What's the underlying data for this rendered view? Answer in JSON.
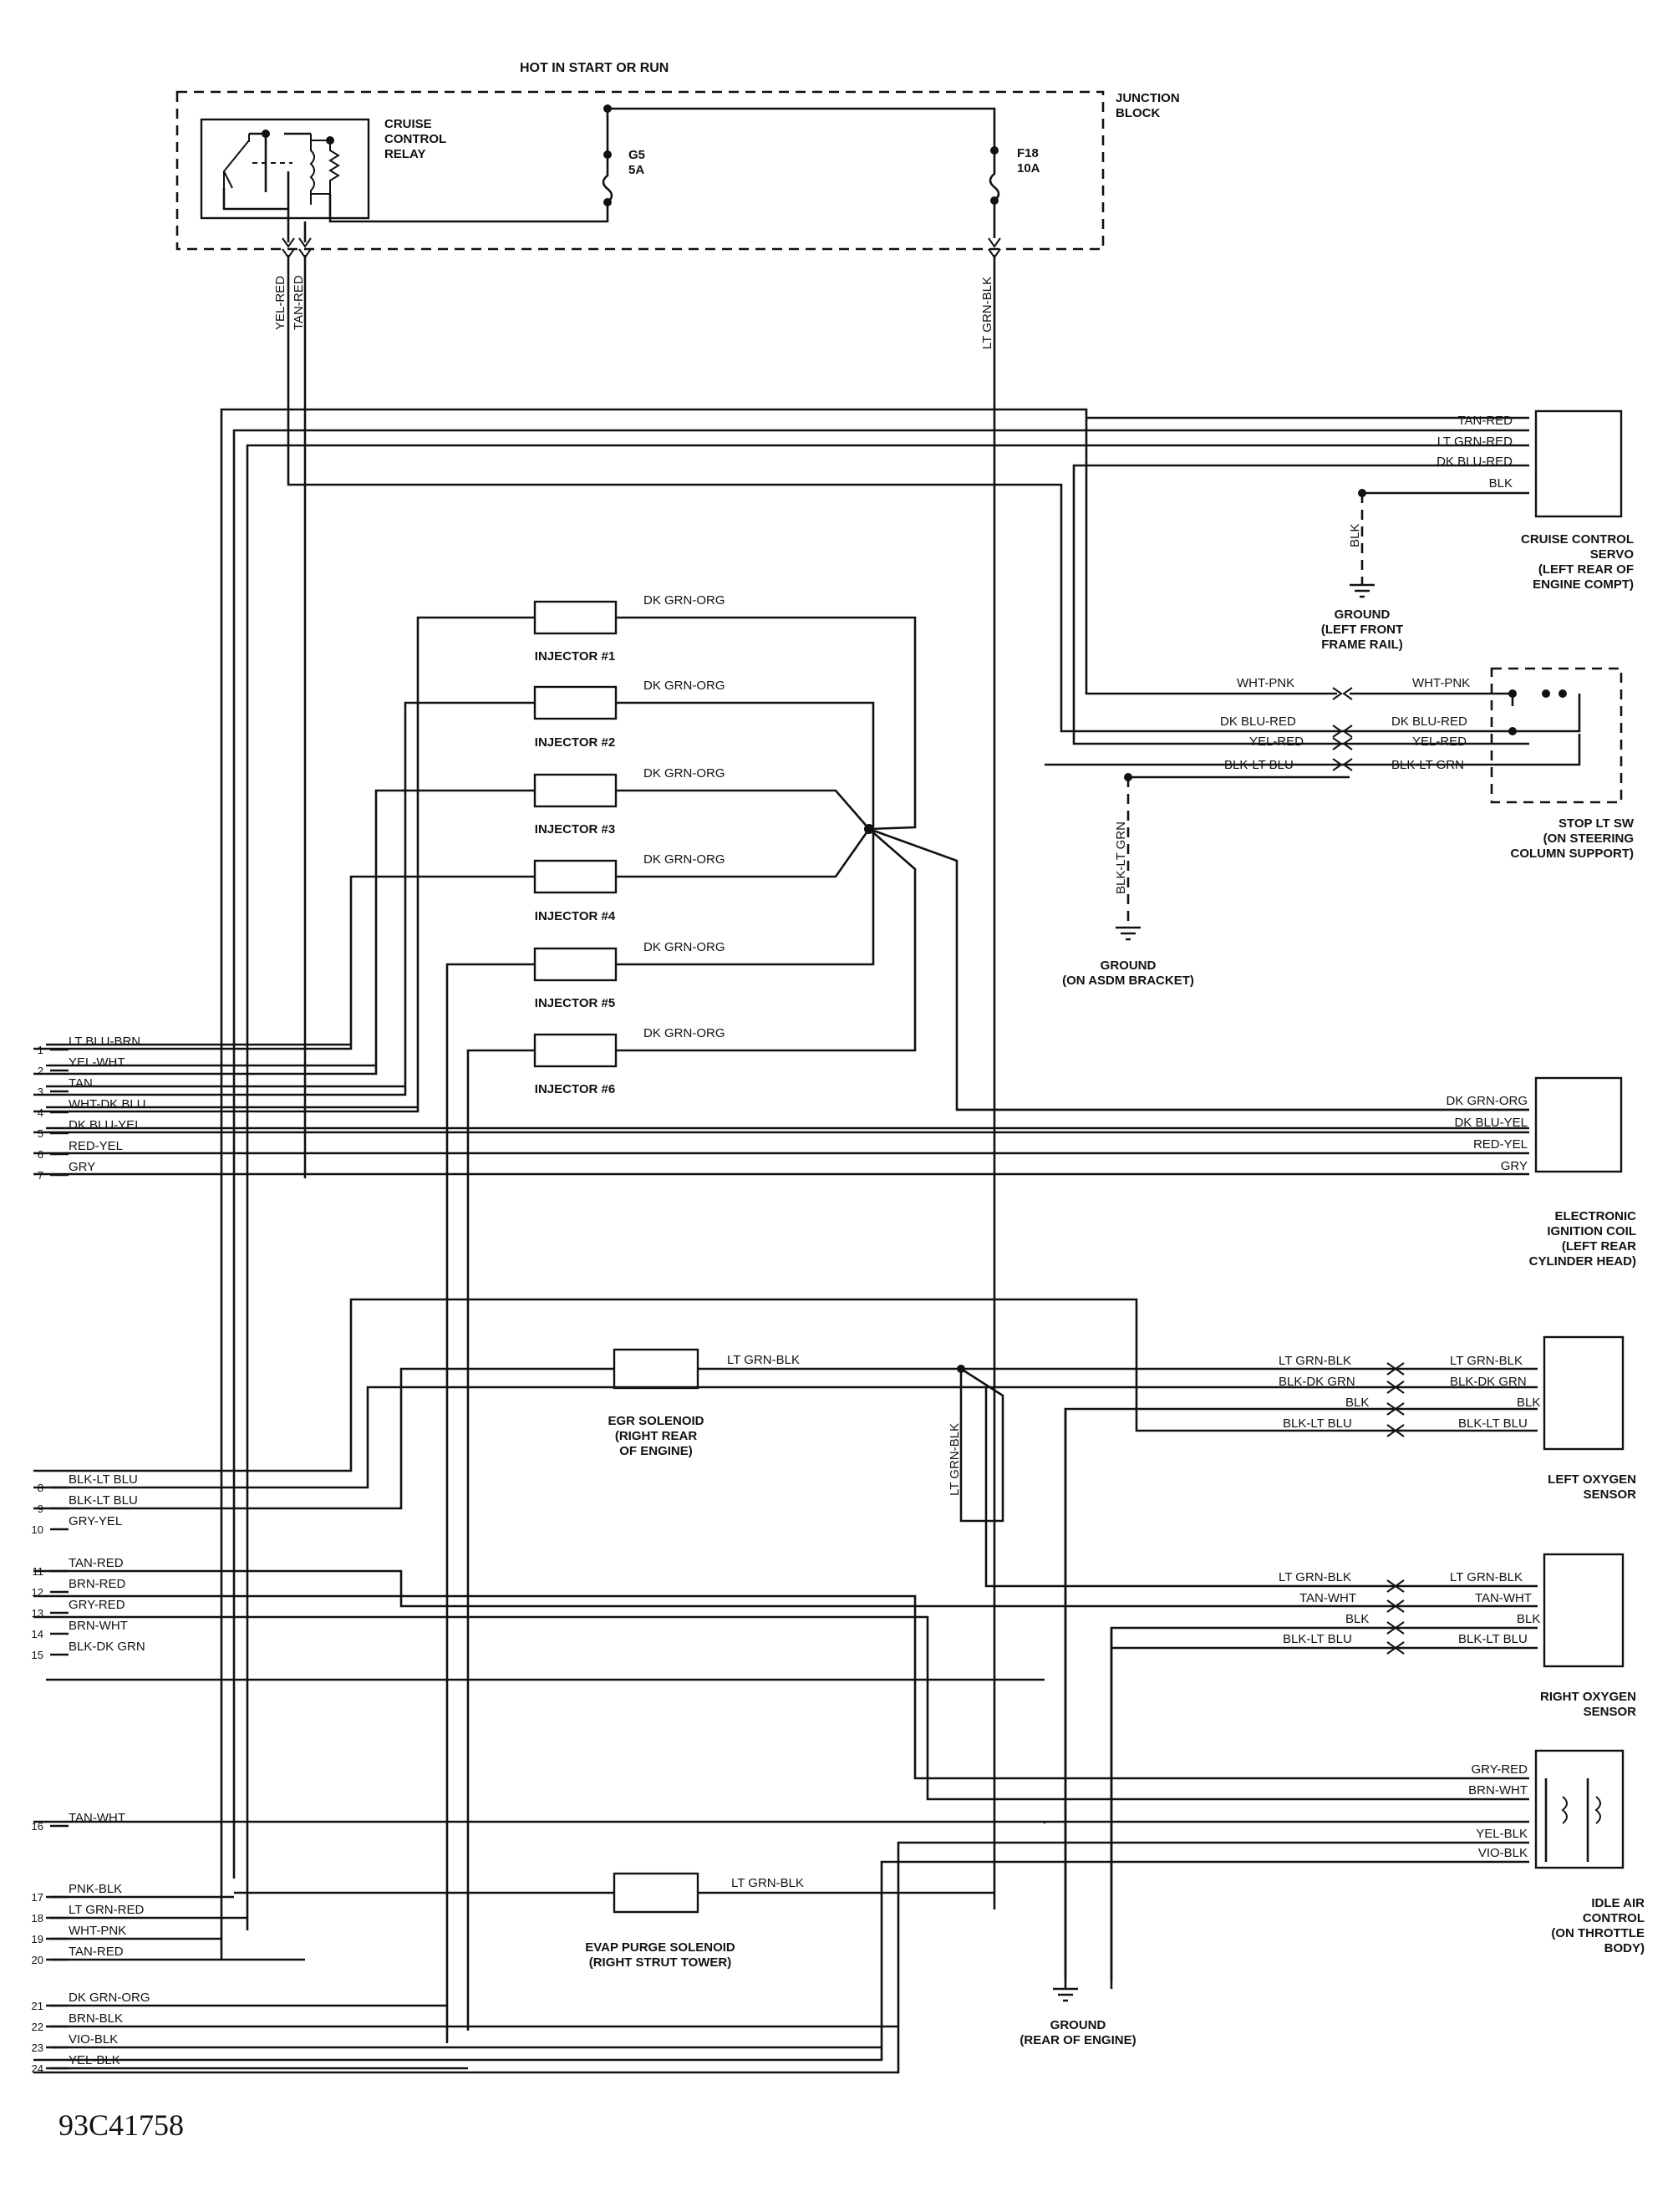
{
  "title": "HOT IN START OR RUN",
  "figure_id": "93C41758",
  "junction_block": {
    "label": [
      "JUNCTION",
      "BLOCK"
    ],
    "relay_label": [
      "CRUISE",
      "CONTROL",
      "RELAY"
    ],
    "fuse_g5": [
      "G5",
      "5A"
    ],
    "fuse_f18": [
      "F18",
      "10A"
    ]
  },
  "vertical_wires": {
    "relay_out_1": "YEL-RED",
    "relay_out_2": "TAN-RED",
    "fuse_out": "LT GRN-BLK",
    "egr_splice": "LT GRN-BLK",
    "servo_ground": "BLK",
    "stop_ground": "BLK-LT GRN"
  },
  "cruise_servo": {
    "label": [
      "CRUISE CONTROL",
      "SERVO",
      "(LEFT REAR OF",
      "ENGINE COMPT)"
    ],
    "wires": [
      "TAN-RED",
      "LT GRN-RED",
      "DK BLU-RED",
      "BLK"
    ],
    "ground": [
      "GROUND",
      "(LEFT FRONT",
      "FRAME RAIL)"
    ]
  },
  "injectors": {
    "labels": [
      "INJECTOR #1",
      "INJECTOR #2",
      "INJECTOR #3",
      "INJECTOR #4",
      "INJECTOR #5",
      "INJECTOR #6"
    ],
    "wire": "DK GRN-ORG"
  },
  "stop_lt_sw": {
    "label": [
      "STOP LT SW",
      "(ON STEERING",
      "COLUMN SUPPORT)"
    ],
    "left_wires": [
      "WHT-PNK",
      "DK BLU-RED",
      "YEL-RED",
      "BLK-LT BLU"
    ],
    "right_wires": [
      "WHT-PNK",
      "DK BLU-RED",
      "YEL-RED",
      "BLK-LT GRN"
    ],
    "ground": [
      "GROUND",
      "(ON ASDM BRACKET)"
    ]
  },
  "ignition_coil": {
    "label": [
      "ELECTRONIC",
      "IGNITION COIL",
      "(LEFT REAR",
      "CYLINDER HEAD)"
    ],
    "wires": [
      "DK GRN-ORG",
      "DK BLU-YEL",
      "RED-YEL",
      "GRY"
    ]
  },
  "egr": {
    "label": [
      "EGR SOLENOID",
      "(RIGHT REAR",
      "OF ENGINE)"
    ],
    "wire": "LT GRN-BLK"
  },
  "left_o2": {
    "label": [
      "LEFT OXYGEN",
      "SENSOR"
    ],
    "left_wires": [
      "LT GRN-BLK",
      "BLK-DK GRN",
      "BLK",
      "BLK-LT BLU"
    ],
    "right_wires": [
      "LT GRN-BLK",
      "BLK-DK GRN",
      "BLK",
      "BLK-LT BLU"
    ]
  },
  "right_o2": {
    "label": [
      "RIGHT OXYGEN",
      "SENSOR"
    ],
    "left_wires": [
      "LT GRN-BLK",
      "TAN-WHT",
      "BLK",
      "BLK-LT BLU"
    ],
    "right_wires": [
      "LT GRN-BLK",
      "TAN-WHT",
      "BLK",
      "BLK-LT BLU"
    ]
  },
  "iac": {
    "label": [
      "IDLE AIR",
      "CONTROL",
      "(ON THROTTLE",
      "BODY)"
    ],
    "wires": [
      "GRY-RED",
      "BRN-WHT",
      "YEL-BLK",
      "VIO-BLK"
    ]
  },
  "evap": {
    "label": [
      "EVAP PURGE SOLENOID",
      "(RIGHT STRUT TOWER)"
    ],
    "wire": "LT GRN-BLK"
  },
  "engine_ground": [
    "GROUND",
    "(REAR OF ENGINE)"
  ],
  "pcm_pins": [
    {
      "num": "1",
      "wire": "LT BLU-BRN"
    },
    {
      "num": "2",
      "wire": "YEL-WHT"
    },
    {
      "num": "3",
      "wire": "TAN"
    },
    {
      "num": "4",
      "wire": "WHT-DK BLU"
    },
    {
      "num": "5",
      "wire": "DK BLU-YEL"
    },
    {
      "num": "6",
      "wire": "RED-YEL"
    },
    {
      "num": "7",
      "wire": "GRY"
    },
    {
      "num": "8",
      "wire": "BLK-LT BLU"
    },
    {
      "num": "9",
      "wire": "BLK-LT BLU"
    },
    {
      "num": "10",
      "wire": "GRY-YEL"
    },
    {
      "num": "11",
      "wire": "TAN-RED"
    },
    {
      "num": "12",
      "wire": "BRN-RED"
    },
    {
      "num": "13",
      "wire": "GRY-RED"
    },
    {
      "num": "14",
      "wire": "BRN-WHT"
    },
    {
      "num": "15",
      "wire": "BLK-DK GRN"
    },
    {
      "num": "16",
      "wire": "TAN-WHT"
    },
    {
      "num": "17",
      "wire": "PNK-BLK"
    },
    {
      "num": "18",
      "wire": "LT GRN-RED"
    },
    {
      "num": "19",
      "wire": "WHT-PNK"
    },
    {
      "num": "20",
      "wire": "TAN-RED"
    },
    {
      "num": "21",
      "wire": "DK GRN-ORG"
    },
    {
      "num": "22",
      "wire": "BRN-BLK"
    },
    {
      "num": "23",
      "wire": "VIO-BLK"
    },
    {
      "num": "24",
      "wire": "YEL-BLK"
    }
  ]
}
